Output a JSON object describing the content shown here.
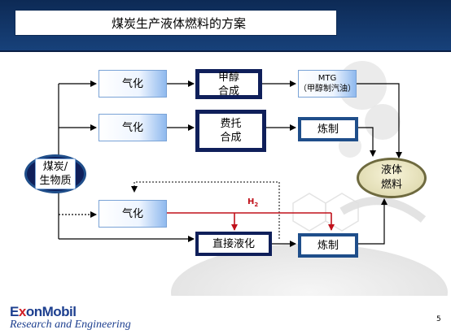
{
  "title": "煤炭生产液体燃料的方案",
  "nodes": {
    "source": [
      "煤炭/",
      "生物质"
    ],
    "gasify1": "气化",
    "methanol_synth": [
      "甲醇",
      "合成"
    ],
    "mtg": [
      "MTG",
      "（甲醇制汽油）"
    ],
    "gasify2": "气化",
    "ft_synth": [
      "费托",
      "合成"
    ],
    "refine1": "炼制",
    "liquid_fuel": [
      "液体",
      "燃料"
    ],
    "gasify3": "气化",
    "direct_liq": "直接液化",
    "refine2": "炼制"
  },
  "h2_label": [
    "H",
    "2"
  ],
  "footer": {
    "logo_pre": "E",
    "logo_x": "x",
    "logo_mid": "on",
    "logo_post": "Mobil",
    "logo_sub": "Research and Engineering",
    "page": "5"
  },
  "colors": {
    "banner": "#17417a",
    "dark_border": "#0f1f5a",
    "navy_border": "#1f4e8a",
    "h2_arrow": "#c0101a",
    "ellipse_fill": "#d9d4a6"
  }
}
